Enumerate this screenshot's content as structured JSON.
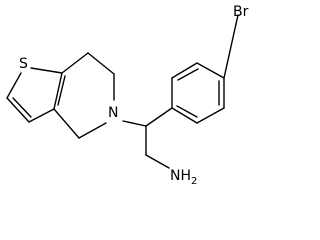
{
  "molecule": {
    "atom_labels": {
      "sulfur": "S",
      "nitrogen": "N",
      "bromine": "Br",
      "amine": "NH",
      "amine_subscript": "2"
    },
    "colors": {
      "bond": "#000000",
      "label": "#000000",
      "background": "#ffffff"
    }
  }
}
